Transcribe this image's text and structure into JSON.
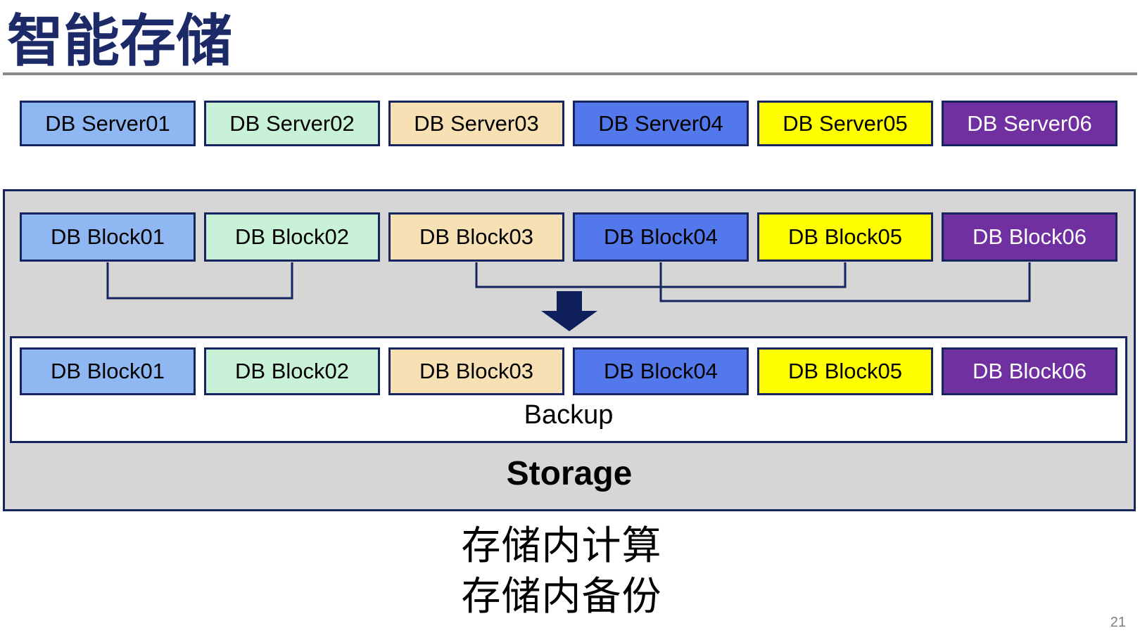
{
  "page": {
    "title": "智能存储",
    "page_number": "21"
  },
  "palette": {
    "title_navy": "#1C2A68",
    "border_navy": "#16245F",
    "arrow_navy": "#0E1F5B",
    "container_gray": "#D6D6D6",
    "divider_gray": "#8A8A8A",
    "page_number_gray": "#7F7F7F",
    "box_light_blue": "#8FB8F2",
    "box_mint_green": "#C8F1D8",
    "box_tan": "#F8E0B5",
    "box_royal_blue": "#5278EB",
    "box_yellow": "#FFFF00",
    "box_purple": "#7030A0"
  },
  "servers": {
    "items": [
      {
        "label": "DB Server01",
        "color": "#8FB8F2"
      },
      {
        "label": "DB Server02",
        "color": "#C8F1D8"
      },
      {
        "label": "DB Server03",
        "color": "#F8E0B5"
      },
      {
        "label": "DB Server04",
        "color": "#5278EB"
      },
      {
        "label": "DB Server05",
        "color": "#FFFF00"
      },
      {
        "label": "DB Server06",
        "color": "#7030A0"
      }
    ]
  },
  "storage": {
    "source_blocks": [
      {
        "label": "DB Block01",
        "color": "#8FB8F2"
      },
      {
        "label": "DB Block02",
        "color": "#C8F1D8"
      },
      {
        "label": "DB Block03",
        "color": "#F8E0B5"
      },
      {
        "label": "DB Block04",
        "color": "#5278EB"
      },
      {
        "label": "DB Block05",
        "color": "#FFFF00"
      },
      {
        "label": "DB Block06",
        "color": "#7030A0"
      }
    ],
    "backup_blocks": [
      {
        "label": "DB Block01",
        "color": "#8FB8F2"
      },
      {
        "label": "DB Block02",
        "color": "#C8F1D8"
      },
      {
        "label": "DB Block03",
        "color": "#F8E0B5"
      },
      {
        "label": "DB Block04",
        "color": "#5278EB"
      },
      {
        "label": "DB Block05",
        "color": "#FFFF00"
      },
      {
        "label": "DB Block06",
        "color": "#7030A0"
      }
    ],
    "backup_label": "Backup",
    "storage_label": "Storage",
    "arrow_icon": "down-arrow"
  },
  "caption": {
    "line1": "存储内计算",
    "line2": "存储内备份"
  }
}
